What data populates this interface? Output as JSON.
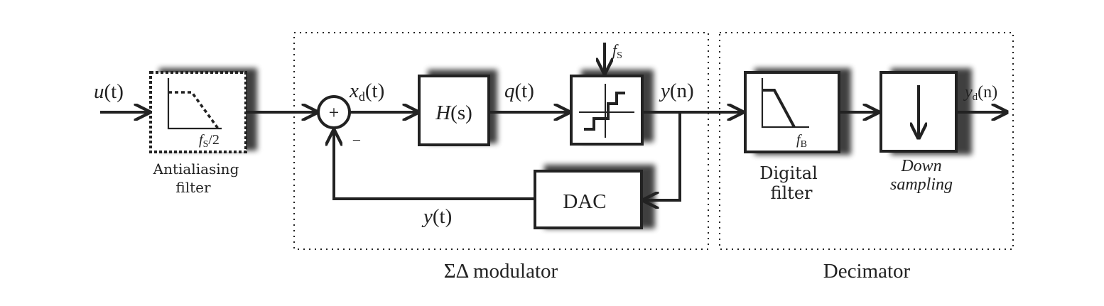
{
  "input_signal": {
    "var": "u",
    "arg": "(t)"
  },
  "antialiasing": {
    "label_line1": "Antialiasing",
    "label_line2": "filter",
    "cutoff_var": "f",
    "cutoff_sub": "S",
    "cutoff_rest": "/2"
  },
  "sigma_delta": {
    "label": "ΣΔ  modulator",
    "sum_plus": "+",
    "sum_minus": "−",
    "error_signal": {
      "var": "x",
      "sub": "d",
      "arg": "(t)"
    },
    "loop_filter": {
      "var": "H",
      "arg": "(s)"
    },
    "loop_output": {
      "var": "q",
      "arg": "(t)"
    },
    "quantizer_clock": {
      "var": "f",
      "sub": "S"
    },
    "digital_output": {
      "var": "y",
      "arg": "(n)"
    },
    "dac_label": "DAC",
    "feedback_signal": {
      "var": "y",
      "arg": "(t)"
    }
  },
  "decimator": {
    "label": "Decimator",
    "filter_label_line1": "Digital",
    "filter_label_line2": "filter",
    "filter_cutoff": {
      "var": "f",
      "sub": "B"
    },
    "down_label_line1": "Down",
    "down_label_line2": "sampling",
    "output_signal": {
      "var": "y",
      "sub": "d",
      "arg": "(n)"
    }
  },
  "colors": {
    "stroke": "#222222",
    "shadow": "#000000",
    "background": "#ffffff"
  }
}
